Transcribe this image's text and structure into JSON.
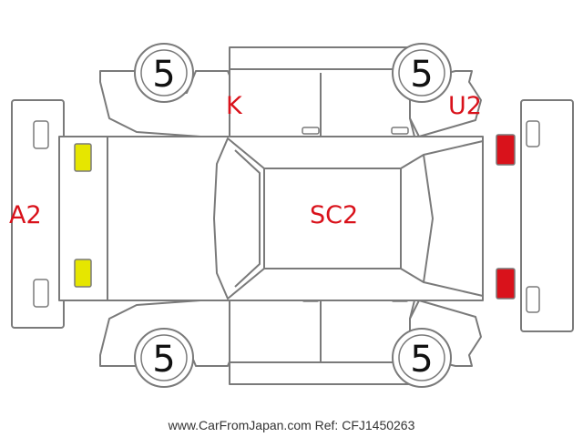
{
  "colors": {
    "damage_code": "#d9121b",
    "outline": "#7a7a7a",
    "yellow_marker": "#e6e600",
    "red_marker": "#d9121b"
  },
  "tires": {
    "front_left": "5",
    "front_right": "5",
    "rear_left": "5",
    "rear_right": "5"
  },
  "damage_codes": {
    "front_bumper": "A2",
    "left_front_pillar": "K",
    "roof": "SC2",
    "right_rear_pillar": "U2"
  },
  "footer": "www.CarFromJapan.com Ref: CFJ1450263"
}
